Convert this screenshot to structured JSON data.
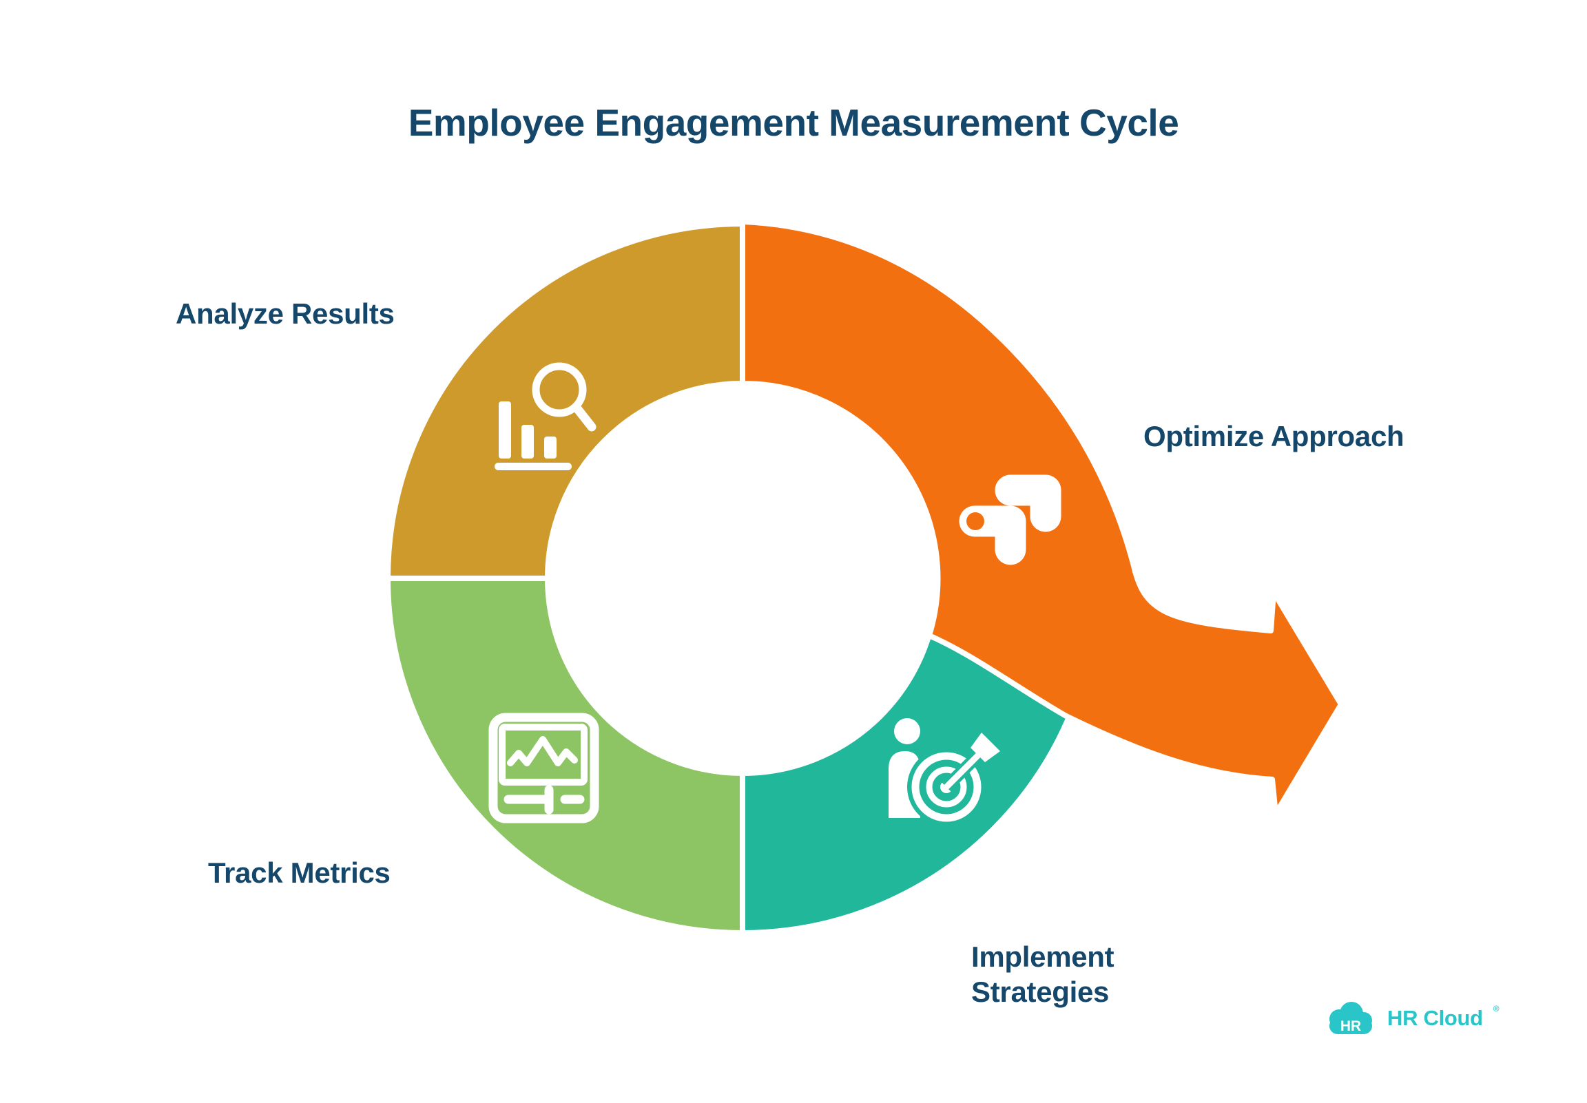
{
  "title": "Employee Engagement Measurement Cycle",
  "cycle": {
    "steps": [
      {
        "label": "Analyze Results",
        "icon": "bar-chart-magnifier",
        "color_key": "gold",
        "position": "top-left"
      },
      {
        "label": "Optimize Approach",
        "icon": "growth-arrows",
        "color_key": "orange",
        "position": "top-right"
      },
      {
        "label": "Implement Strategies",
        "icon": "person-target",
        "color_key": "teal",
        "position": "bottom-right"
      },
      {
        "label": "Track Metrics",
        "icon": "metrics-monitor",
        "color_key": "green",
        "position": "bottom-left"
      }
    ],
    "flow": "clockwise, orange segment exits as arrow pointing right"
  },
  "logo": {
    "badge_text": "HR",
    "brand_text": "HR Cloud",
    "registered_mark": "®"
  },
  "colors": {
    "navy": "#15476B",
    "gold": "#CF9A2C",
    "orange": "#F37011",
    "green": "#8DC464",
    "teal": "#20B79B",
    "logo_teal": "#29C5C8",
    "background": "#FFFFFF"
  }
}
